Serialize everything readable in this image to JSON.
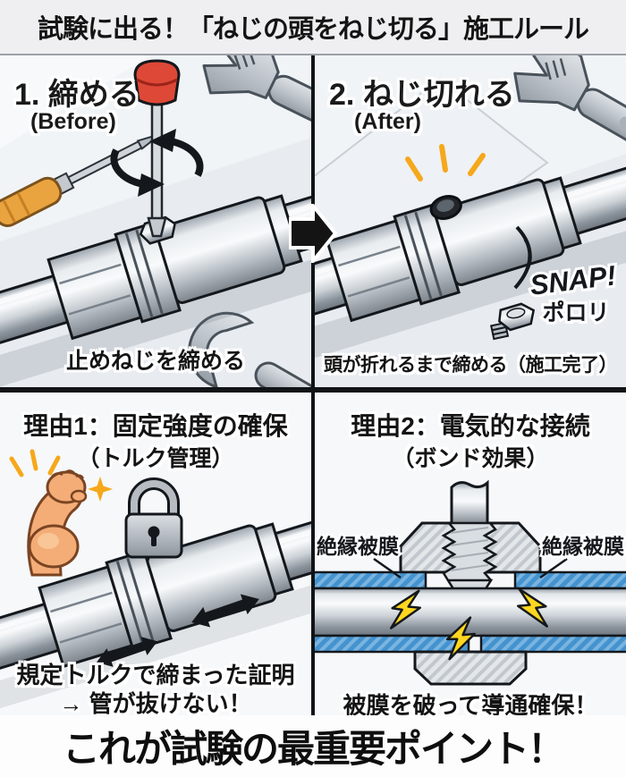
{
  "header": {
    "title": "試験に出る！「ねじの頭をねじ切る」施工ルール"
  },
  "panel_step1": {
    "label": "1. 締める",
    "sublabel": "(Before)",
    "caption": "止めねじを締める"
  },
  "panel_step2": {
    "label": "2. ねじ切れる",
    "sublabel": "(After)",
    "snap_text": "SNAP!",
    "drop_text": "ポロリ",
    "caption": "頭が折れるまで締める（施工完了）"
  },
  "panel_reason1": {
    "title": "理由1：固定強度の確保",
    "subtitle": "（トルク管理）",
    "caption_line1": "規定トルクで締まった証明",
    "caption_line2": "→ 管が抜けない！"
  },
  "panel_reason2": {
    "title": "理由2：電気的な接続",
    "subtitle": "（ボンド効果）",
    "insulation_label_left": "絶縁被膜",
    "insulation_label_right": "絶縁被膜",
    "caption": "被膜を破って導通確保！"
  },
  "footer": {
    "title": "これが試験の最重要ポイント！"
  },
  "colors": {
    "ink_outline": "#14181c",
    "banner_bg": "#efeff1",
    "panel_bg_top": "#e8ecf0",
    "panel_bg_bottom": "#f6f8fa",
    "divider_black": "#111417",
    "screwdriver_handle_red": "#de4836",
    "screwdriver_handle_yellow": "#e9a43f",
    "spark_orange": "#f6a81b",
    "insulation_blue": "#4493cf",
    "lightning_yellow": "#ffd71f",
    "skin_tone": "#f4ad77"
  }
}
